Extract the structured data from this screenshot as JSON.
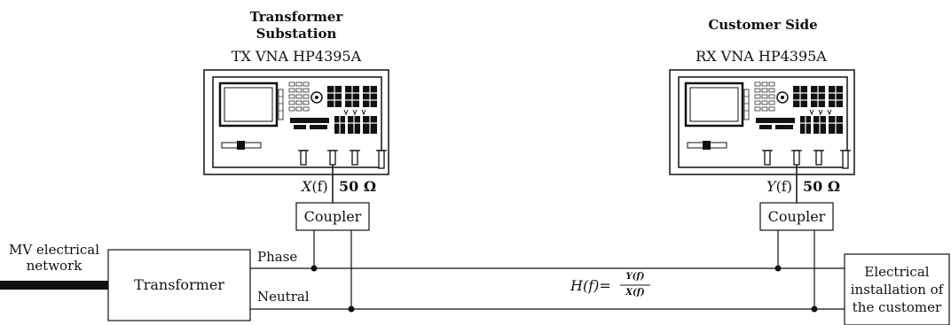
{
  "tx": {
    "heading_line1": "Transformer",
    "heading_line2": "Substation",
    "device": "TX VNA HP4395A",
    "signal_var": "X",
    "signal_arg": "(f)",
    "impedance": "50 Ω",
    "coupler": "Coupler"
  },
  "rx": {
    "heading": "Customer Side",
    "device": "RX VNA HP4395A",
    "signal_var": "Y",
    "signal_arg": "(f)",
    "impedance": "50 Ω",
    "coupler": "Coupler"
  },
  "network": {
    "mv_line1": "MV electrical",
    "mv_line2": "network",
    "transformer": "Transformer",
    "phase": "Phase",
    "neutral": "Neutral",
    "customer_line1": "Electrical",
    "customer_line2": "installation of",
    "customer_line3": "the customer"
  },
  "formula": {
    "lhs": "H(f)=",
    "numerator": "Y(f)",
    "denominator": "X(f)"
  }
}
